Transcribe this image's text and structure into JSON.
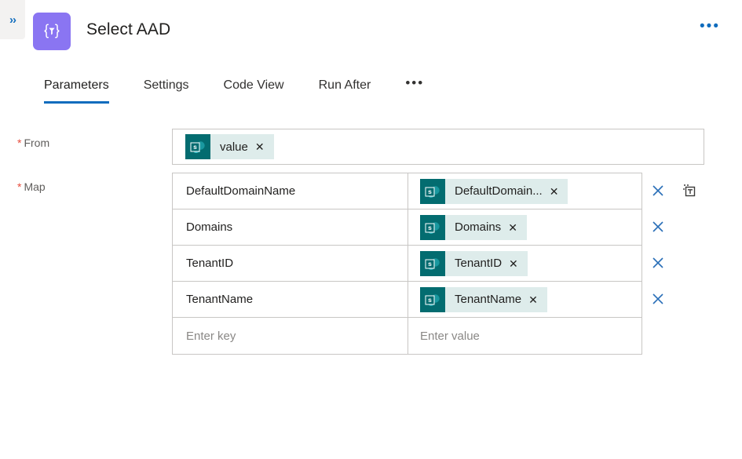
{
  "header": {
    "collapse_label": "››",
    "collapse_icon": "chevron-double-right-icon",
    "action_icon": "select-braces-filter-icon",
    "action_icon_color": "#8a75f2",
    "title": "Select AAD",
    "more_label": "•••",
    "more_color": "#0f6cbd"
  },
  "tabs": {
    "active_index": 0,
    "accent_color": "#0f6cbd",
    "items": [
      {
        "label": "Parameters"
      },
      {
        "label": "Settings"
      },
      {
        "label": "Code View"
      },
      {
        "label": "Run After"
      }
    ],
    "overflow_label": "•••"
  },
  "form": {
    "required_marker": "*",
    "required_color": "#e74c3c",
    "from": {
      "label": "From",
      "token": {
        "text": "value",
        "remove_label": "✕",
        "icon": "sharepoint-icon",
        "icon_color": "#036c70",
        "background": "#deeceb"
      }
    },
    "map": {
      "label": "Map",
      "rows": [
        {
          "key": "DefaultDomainName",
          "value_token": {
            "text": "DefaultDomain...",
            "remove_label": "✕",
            "icon": "sharepoint-icon"
          },
          "has_delete": true,
          "has_text_mode": true
        },
        {
          "key": "Domains",
          "value_token": {
            "text": "Domains",
            "remove_label": "✕",
            "icon": "sharepoint-icon"
          },
          "has_delete": true,
          "has_text_mode": false
        },
        {
          "key": "TenantID",
          "value_token": {
            "text": "TenantID",
            "remove_label": "✕",
            "icon": "sharepoint-icon"
          },
          "has_delete": true,
          "has_text_mode": false
        },
        {
          "key": "TenantName",
          "value_token": {
            "text": "TenantName",
            "remove_label": "✕",
            "icon": "sharepoint-icon"
          },
          "has_delete": true,
          "has_text_mode": false
        }
      ],
      "new_row": {
        "key_placeholder": "Enter key",
        "value_placeholder": "Enter value"
      },
      "delete_icon": "close-x-icon",
      "delete_icon_color": "#0f6cbd",
      "text_mode_icon": "switch-to-text-mode-icon"
    }
  }
}
